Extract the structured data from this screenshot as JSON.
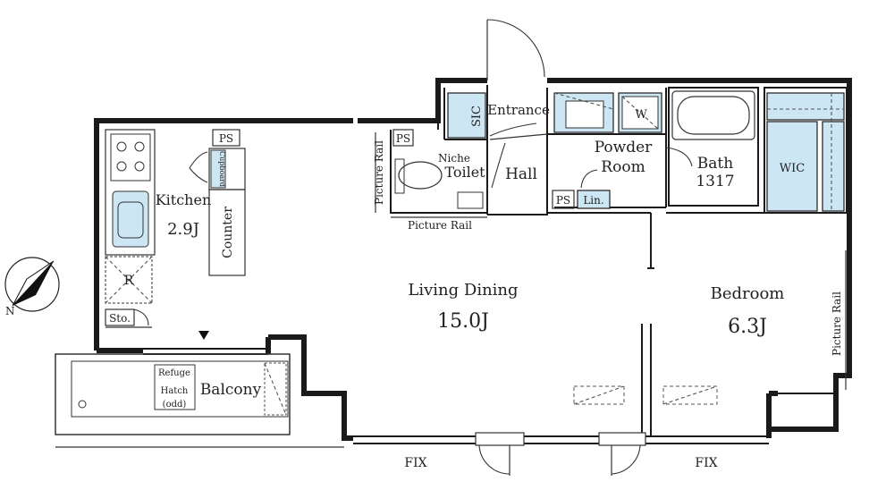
{
  "rooms": {
    "kitchen": "Kitchen",
    "kitchen_size": "2.9J",
    "counter": "Counter",
    "cupboard": "Cupboard",
    "fridge": "R",
    "storage": "Sto.",
    "living": "Living Dining",
    "living_size": "15.0J",
    "bedroom": "Bedroom",
    "bedroom_size": "6.3J",
    "entrance": "Entrance",
    "sic": "SIC",
    "hall": "Hall",
    "toilet": "Toilet",
    "niche": "Niche",
    "powder": "Powder",
    "powder2": "Room",
    "washer": "W",
    "linen": "Lin.",
    "bath": "Bath",
    "bath_size": "1317",
    "wic": "WIC",
    "balcony": "Balcony",
    "refuge1": "Refuge",
    "refuge2": "Hatch",
    "refuge3": "(odd)"
  },
  "labels": {
    "ps": "PS",
    "picture_rail": "Picture Rail",
    "fix": "FIX"
  },
  "colors": {
    "wet_area": "#cde6f4",
    "wall": "#1a1a1a"
  }
}
